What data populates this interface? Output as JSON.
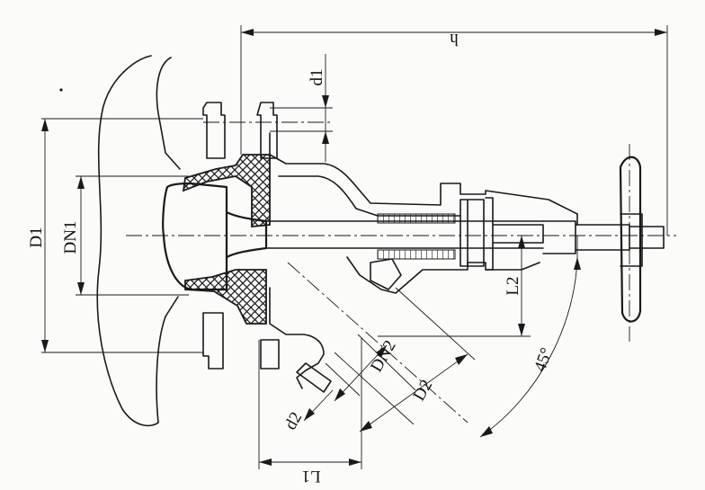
{
  "drawing": {
    "dimensions": {
      "h": "h",
      "d1": "d1",
      "D1": "D1",
      "DN1": "DN1",
      "L2": "L2",
      "DN2": "DN2",
      "D2": "D2",
      "d2": "d2",
      "L1": "L1",
      "angle": "45°"
    }
  }
}
